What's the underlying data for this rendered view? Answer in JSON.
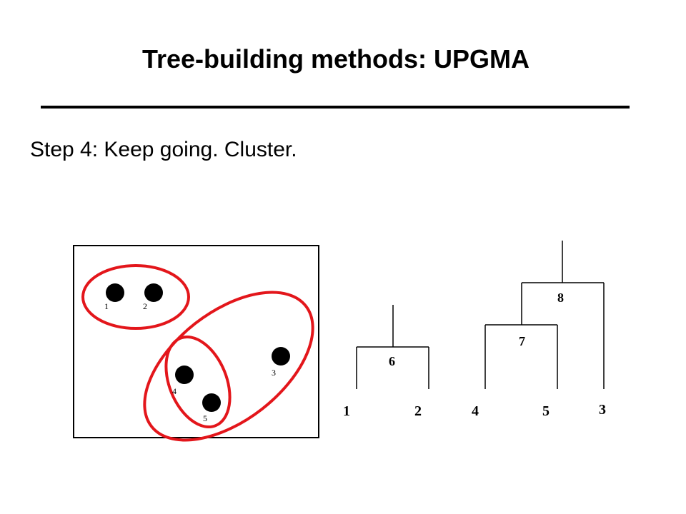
{
  "title": "Tree-building methods: UPGMA",
  "step_text": "Step 4: Keep going. Cluster.",
  "colors": {
    "cluster_ring": "#e3161b",
    "ink": "#000000"
  },
  "scatter_points": [
    {
      "label": "1"
    },
    {
      "label": "2"
    },
    {
      "label": "3"
    },
    {
      "label": "4"
    },
    {
      "label": "5"
    }
  ],
  "trees": {
    "tree_a": {
      "leaves": [
        "1",
        "2"
      ],
      "node": "6"
    },
    "tree_b": {
      "leaves": [
        "4",
        "5",
        "3"
      ],
      "inner_node": "7",
      "root_node": "8"
    }
  }
}
